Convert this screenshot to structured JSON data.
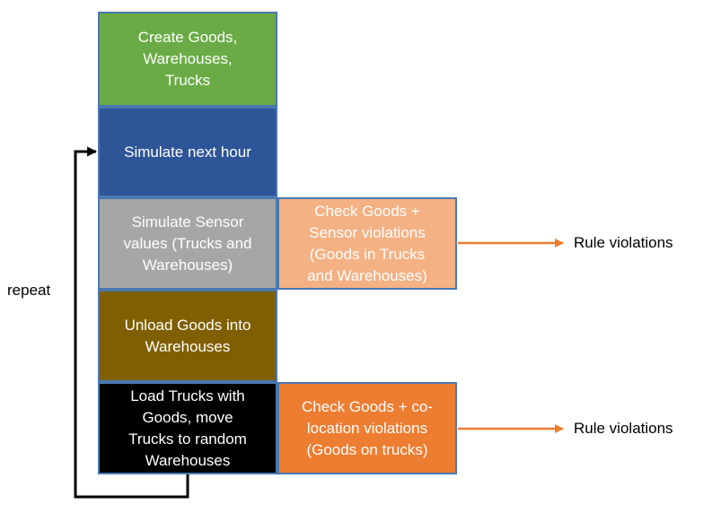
{
  "steps": [
    {
      "text": "Create Goods,\nWarehouses,\nTrucks",
      "color": "#6aab45"
    },
    {
      "text": "Simulate next hour",
      "color": "#2e5597"
    },
    {
      "text": "Simulate Sensor\nvalues (Trucks and\nWarehouses)",
      "color": "#a6a6a6"
    },
    {
      "text": "Unload Goods into\nWarehouses",
      "color": "#7f5f00"
    },
    {
      "text": "Load Trucks with\nGoods, move\nTrucks to random\nWarehouses",
      "color": "#000000"
    }
  ],
  "checks": [
    {
      "text": "Check Goods +\nSensor violations\n(Goods in Trucks\nand Warehouses)",
      "color": "#f4b183"
    },
    {
      "text": "Check Goods + co-\nlocation violations\n(Goods on  trucks)",
      "color": "#ed7d31"
    }
  ],
  "outputs": [
    "Rule violations",
    "Rule violations"
  ],
  "loop_label": "repeat",
  "colors": {
    "arrow_orange": "#ed7d31",
    "border": "#4a78b0",
    "loop": "#000000"
  }
}
